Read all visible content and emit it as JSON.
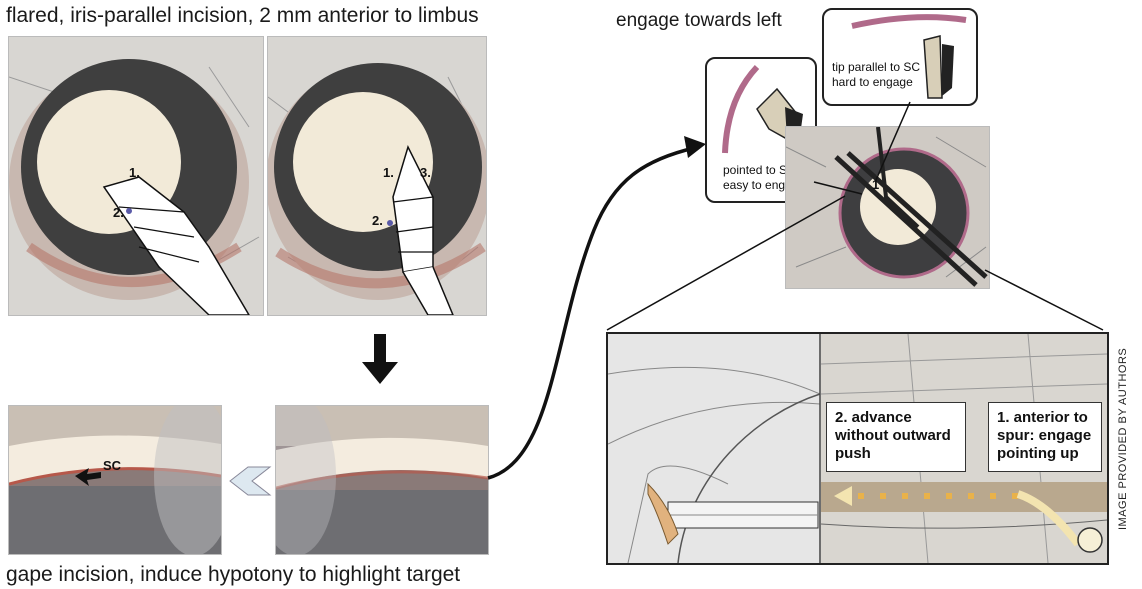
{
  "captions": {
    "top_left": "flared, iris-parallel incision, 2 mm anterior to limbus",
    "bottom_left": "gape incision, induce hypotony to highlight target",
    "top_right": "engage towards left"
  },
  "eye_labels": {
    "left": {
      "l1": "1.",
      "l2": "2."
    },
    "right": {
      "l1": "1.",
      "l2": "2.",
      "l3": "3."
    }
  },
  "sc_label": "SC",
  "callouts": {
    "pointed": "pointed to SC\neasy to engage",
    "parallel": "tip parallel to SC\nhard to engage"
  },
  "engage_marker": "1",
  "steps": {
    "step2": "2. advance\nwithout outward\npush",
    "step1": "1. anterior to\nspur: engage\npointing up"
  },
  "credit": "IMAGE PROVIDED BY AUTHORS",
  "colors": {
    "iris": "#4a4a4a",
    "pupil": "#f2ead8",
    "schlemm": "#b06a8a",
    "dots": "#e9b24a"
  }
}
